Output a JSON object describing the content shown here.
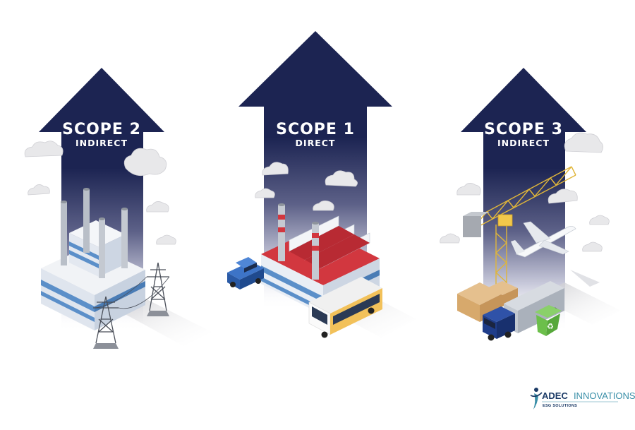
{
  "scopes": [
    {
      "title": "SCOPE 2",
      "subtitle": "INDIRECT"
    },
    {
      "title": "SCOPE 1",
      "subtitle": "DIRECT"
    },
    {
      "title": "SCOPE 3",
      "subtitle": "INDIRECT"
    }
  ],
  "brand": {
    "name_part1": "ADEC",
    "name_part2": "INNOVATIONS",
    "tagline": "ESG SOLUTIONS"
  },
  "colors": {
    "arrow": "#1c2452",
    "accent_blue": "#5b8fc9",
    "factory_red": "#d2373f",
    "crane_yellow": "#f2c84b",
    "truck_blue": "#1f3d8a",
    "recycle_green": "#6cbf4b"
  }
}
